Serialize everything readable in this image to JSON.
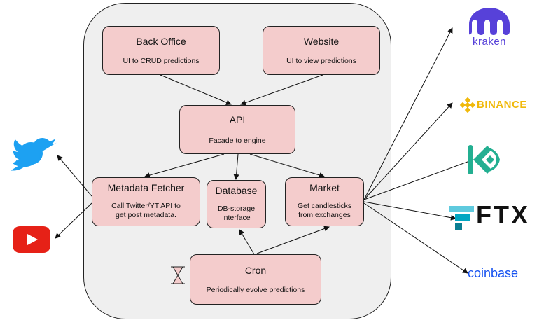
{
  "nodes": {
    "backoffice": {
      "title": "Back Office",
      "desc": "UI to CRUD predictions"
    },
    "website": {
      "title": "Website",
      "desc": "UI to view predictions"
    },
    "api": {
      "title": "API",
      "desc": "Facade to engine"
    },
    "metadata": {
      "title": "Metadata Fetcher",
      "desc_line1": "Call Twitter/YT API to",
      "desc_line2": "get post metadata."
    },
    "database": {
      "title": "Database",
      "desc_line1": "DB-storage",
      "desc_line2": "interface"
    },
    "market": {
      "title": "Market",
      "desc_line1": "Get candlesticks",
      "desc_line2": "from exchanges"
    },
    "cron": {
      "title": "Cron",
      "desc": "Periodically evolve predictions"
    }
  },
  "external": {
    "kraken": {
      "wordmark": "kraken",
      "icon": "kraken-icon",
      "color": "#5741d9"
    },
    "binance": {
      "wordmark": "BINANCE",
      "icon": "binance-icon",
      "color": "#f0b90b"
    },
    "kucoin": {
      "icon": "kucoin-icon",
      "color": "#23af91"
    },
    "ftx": {
      "wordmark": "FTX",
      "icon": "ftx-icon",
      "color": "#02a6c2"
    },
    "coinbase": {
      "wordmark": "coinbase",
      "color": "#1652f0"
    },
    "twitter": {
      "icon": "twitter-bird-icon",
      "color": "#1da1f2"
    },
    "youtube": {
      "icon": "youtube-play-icon",
      "color": "#e62117"
    }
  },
  "cron_icon": "hourglass-icon",
  "colors": {
    "node_fill": "#f4cccc",
    "container_fill": "#efefef",
    "stroke": "#222222"
  }
}
